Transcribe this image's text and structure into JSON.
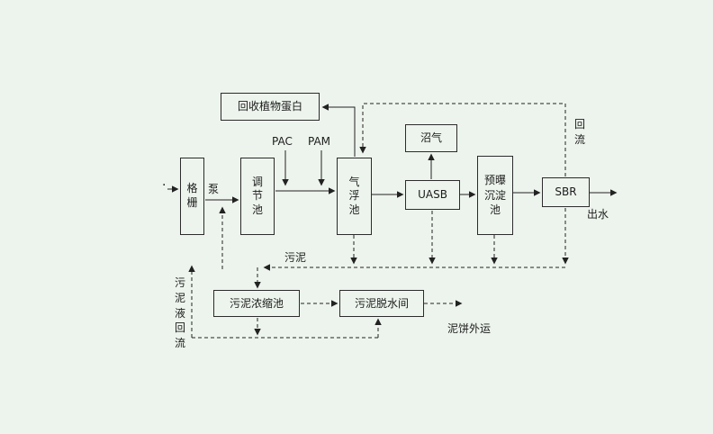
{
  "colors": {
    "background": "#edf4ed",
    "line": "#222222"
  },
  "nodes": {
    "grid": "格栅",
    "regulating_tank": "调节池",
    "flotation_tank": "气浮池",
    "protein_recovery": "回收植物蛋白",
    "biogas": "沼气",
    "uasb": "UASB",
    "pre_aeration_sedimentation": "预曝\n沉淀\n池",
    "sbr": "SBR",
    "sludge_thickener": "污泥浓缩池",
    "sludge_dewatering": "污泥脱水间"
  },
  "labels": {
    "inlet_dot": "·",
    "pump": "泵",
    "pac": "PAC",
    "pam": "PAM",
    "reflux": "回流",
    "effluent": "出水",
    "sludge": "污泥",
    "mudcake_out": "泥饼外运",
    "sludge_liquid_reflux": "污泥液回流"
  }
}
